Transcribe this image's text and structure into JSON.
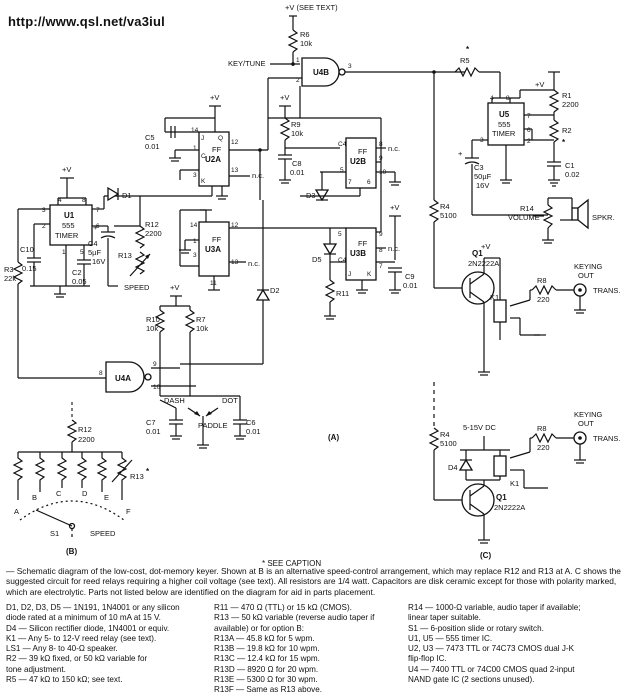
{
  "url": "http://www.qsl.net/va3iul",
  "labels": {
    "plus_v": "+V",
    "plus_v_see_text": "+V (SEE TEXT)",
    "key_tune": "KEY/TUNE",
    "dash": "DASH",
    "dot": "DOT",
    "paddle": "PADDLE",
    "speed": "SPEED",
    "volume": "VOLUME",
    "spkr": "SPKR.",
    "keying_out": "KEYING",
    "out": "OUT",
    "trans": "TRANS.",
    "supply_515": "5-15V DC",
    "nc": "n.c.",
    "star": "*",
    "section_a": "(A)",
    "section_b": "(B)",
    "section_c": "(C)",
    "see_caption": "* SEE CAPTION"
  },
  "components": {
    "u1": [
      "U1",
      "555",
      "TIMER"
    ],
    "u2a": [
      "U2A",
      "FF"
    ],
    "u2b": [
      "U2B",
      "FF"
    ],
    "u3a": [
      "U3A",
      "FF"
    ],
    "u3b": [
      "U3B",
      "FF"
    ],
    "u4a": "U4A",
    "u4b": "U4B",
    "u5": [
      "U5",
      "555",
      "TIMER"
    ],
    "r2": "R2",
    "r3": [
      "R3",
      "22k"
    ],
    "r4": [
      "R4",
      "5100"
    ],
    "r5": "R5",
    "r6": [
      "R6",
      "10k"
    ],
    "r7": [
      "R7",
      "10k"
    ],
    "r8": [
      "R8",
      "220"
    ],
    "r9": [
      "R9",
      "10k"
    ],
    "r10": [
      "R10",
      "10k"
    ],
    "r11": "R11",
    "r12": [
      "R12",
      "2200"
    ],
    "r13": "R13",
    "r14": "R14",
    "r1": [
      "R1",
      "2200"
    ],
    "c1": [
      "C1",
      "0.02"
    ],
    "c2": [
      "C2",
      "0.05"
    ],
    "c3": [
      "C3",
      "50µF",
      "16V"
    ],
    "c4": [
      "C4",
      "5µF",
      "16V"
    ],
    "c5": [
      "C5",
      "0.01"
    ],
    "c6": [
      "C6",
      "0.01"
    ],
    "c7": [
      "C7",
      "0.01"
    ],
    "c8": [
      "C8",
      "0.01"
    ],
    "c9": [
      "C9",
      "0.01"
    ],
    "c10": [
      "C10",
      "0.15"
    ],
    "d1": "D1",
    "d2": "D2",
    "d3": "D3",
    "d4": "D4",
    "d5": "D5",
    "q1": [
      "Q1",
      "2N2222A"
    ],
    "k1": "K1",
    "s1": "S1",
    "switch_positions": [
      "A",
      "B",
      "C",
      "D",
      "E",
      "F"
    ]
  },
  "caption": {
    "intro": "— Schematic diagram of the low-cost, dot-memory keyer. Shown at B is an alternative speed-control arrangement, which may replace R12 and R13 at A. C shows the suggested circuit for reed relays requiring a higher coil voltage (see text). All resistors are 1/4 watt. Capacitors are disk ceramic except for those with polarity marked, which are electrolytic. Parts not listed below are identified on the diagram for aid in parts placement.",
    "col1": [
      "D1, D2, D3, D5 — 1N191, 1N4001 or any silicon",
      "   diode rated at a minimum of 10 mA at 15 V.",
      "D4 — Silicon rectifier diode, 1N4001 or equiv.",
      "K1 — Any 5- to 12-V reed relay (see text).",
      "LS1 — Any 8- to 40-Ω speaker.",
      "R2 — 39 kΩ fixed, or  50 kΩ variable for",
      "   tone adjustment.",
      "R5 — 47 kΩ to 150 kΩ; see text."
    ],
    "col2": [
      "R11 — 470 Ω (TTL) or 15 kΩ (CMOS).",
      "R13 — 50 kΩ variable (reverse audio taper if",
      "   available) or for option B:",
      "R13A — 45.8 kΩ for 5 wpm.",
      "R13B — 19.8 kΩ for 10 wpm.",
      "R13C — 12.4 kΩ for 15 wpm.",
      "R13D — 8920 Ω for 20 wpm.",
      "R13E — 5300 Ω for 30 wpm.",
      "R13F — Same as R13 above."
    ],
    "col3": [
      "R14 — 1000-Ω variable, audio taper if available;",
      "   linear taper suitable.",
      "S1 — 6-position slide or rotary switch.",
      "U1, U5 — 555 timer IC.",
      "U2, U3 — 7473 TTL or 74C73 CMOS dual J-K",
      "   flip-flop IC.",
      "U4 — 7400 TTL or 74C00 CMOS quad 2-input",
      "   NAND gate IC (2 sections unused)."
    ]
  }
}
